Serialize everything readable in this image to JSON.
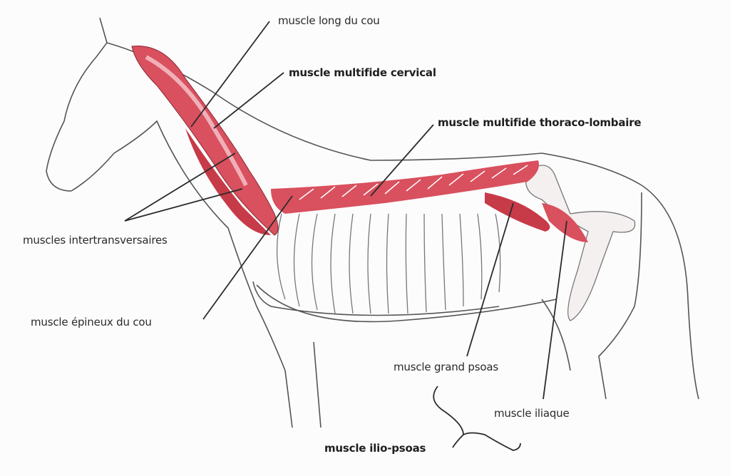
{
  "labels": {
    "long_du_cou": "muscle long du cou",
    "multifide_cervical": "muscle multifide cervical",
    "multifide_thoraco_lombaire": "muscle multifide thoraco-lombaire",
    "intertransversaires": "muscles intertransversaires",
    "epineux_du_cou": "muscle épineux du cou",
    "grand_psoas": "muscle grand psoas",
    "iliaque": "muscle iliaque",
    "ilio_psoas": "muscle ilio-psoas"
  },
  "colors": {
    "muscle": "#d9505e",
    "muscle_light": "#e8909a",
    "line": "#2b2b2b"
  }
}
